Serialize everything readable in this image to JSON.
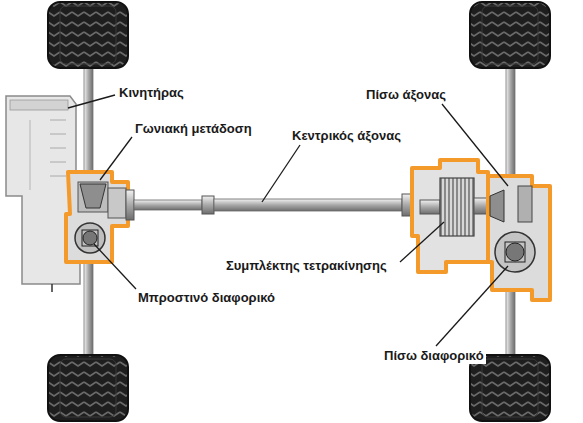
{
  "diagram": {
    "labels": [
      "Κινητήρας",
      "Γωνιακή μετάδοση",
      "Κεντρικός άξονας",
      "Πίσω άξονας",
      "Συμπλέκτης τετρακίνησης",
      "Μπροστινό διαφορικό",
      "Πίσω διαφορικό"
    ]
  }
}
